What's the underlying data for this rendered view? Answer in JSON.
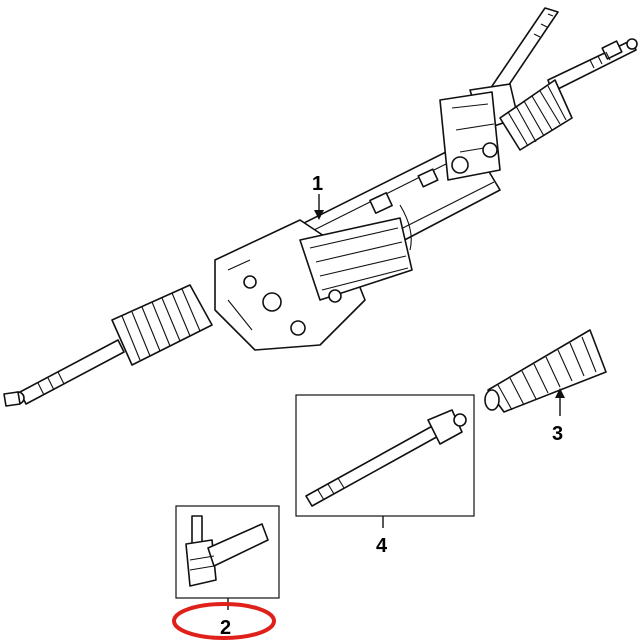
{
  "diagram": {
    "callouts": [
      {
        "id": "1",
        "label": "1"
      },
      {
        "id": "2",
        "label": "2"
      },
      {
        "id": "3",
        "label": "3"
      },
      {
        "id": "4",
        "label": "4"
      }
    ],
    "highlighted_callout": "2",
    "colors": {
      "line": "#111111",
      "background": "#ffffff",
      "highlight": "#e0201b"
    }
  }
}
